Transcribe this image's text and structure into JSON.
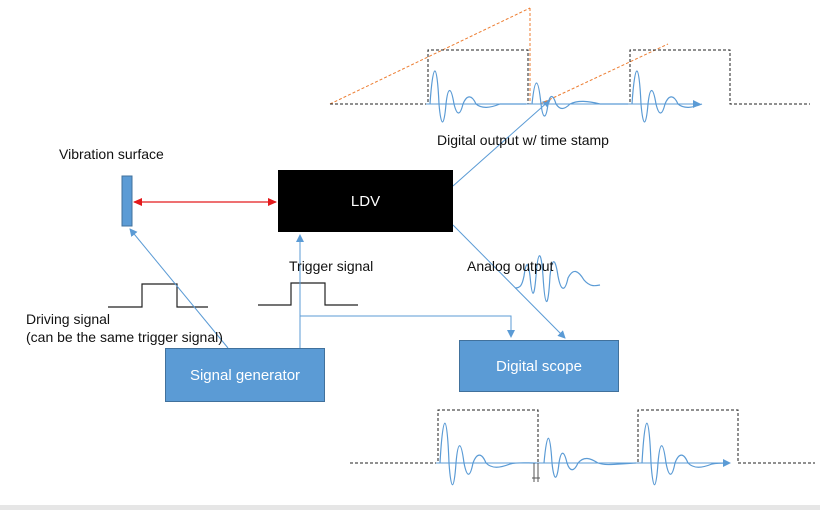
{
  "labels": {
    "vibration_surface": "Vibration surface",
    "digital_output": "Digital output w/ time stamp",
    "trigger_signal": "Trigger signal",
    "analog_output": "Analog output",
    "driving_signal": "Driving signal",
    "driving_signal_note": "(can be the same trigger signal)"
  },
  "blocks": {
    "ldv": "LDV",
    "signal_generator": "Signal generator",
    "digital_scope": "Digital scope"
  },
  "colors": {
    "ldv": "#000000",
    "block_fill": "#5b9bd5",
    "connector": "#5b9bd5",
    "laser": "#e31a1c",
    "ramp": "#ed7d31",
    "dashed": "#222222"
  }
}
